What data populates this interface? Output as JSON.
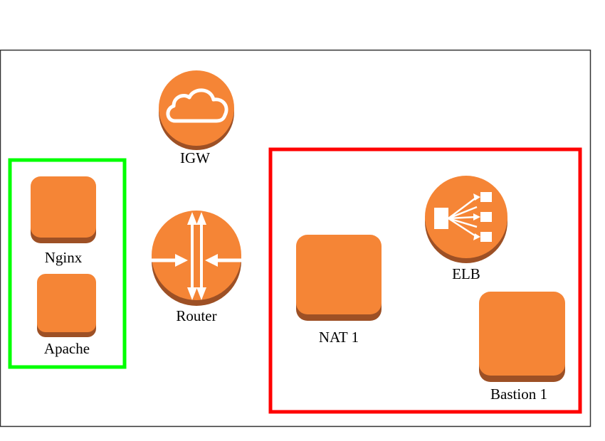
{
  "colors": {
    "frame": "#333333",
    "node_fill": "#f58536",
    "node_shadow": "#9d5025",
    "icon_glyph": "#ffffff",
    "green_group": "#00ff00",
    "red_group": "#ff0000"
  },
  "nodes": {
    "igw": {
      "label": "IGW",
      "icon": "cloud-icon"
    },
    "router": {
      "label": "Router",
      "icon": "router-icon"
    },
    "nginx": {
      "label": "Nginx",
      "icon": "instance-icon"
    },
    "apache": {
      "label": "Apache",
      "icon": "instance-icon"
    },
    "nat1": {
      "label": "NAT 1",
      "icon": "instance-icon"
    },
    "elb": {
      "label": "ELB",
      "icon": "load-balancer-icon"
    },
    "bastion1": {
      "label": "Bastion 1",
      "icon": "instance-icon"
    }
  }
}
